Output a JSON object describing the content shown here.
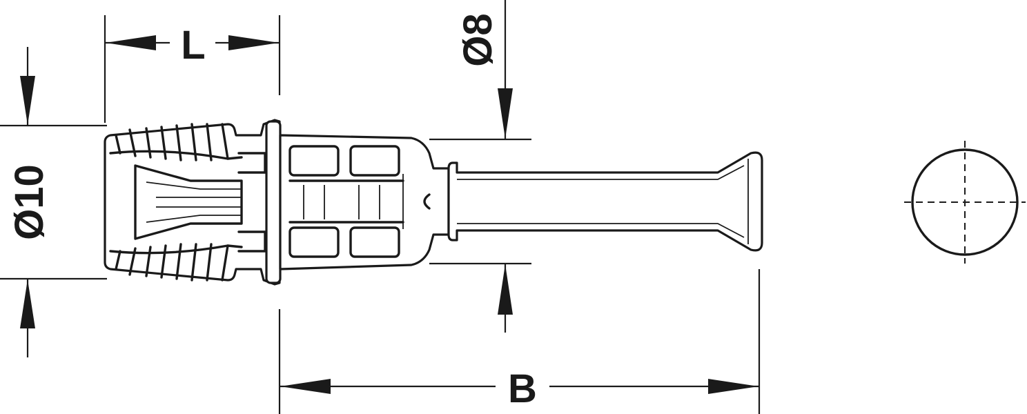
{
  "dimensions": {
    "length_label": "L",
    "outer_diameter_label": "Ø10",
    "pin_diameter_label": "Ø8",
    "overall_label": "B"
  }
}
